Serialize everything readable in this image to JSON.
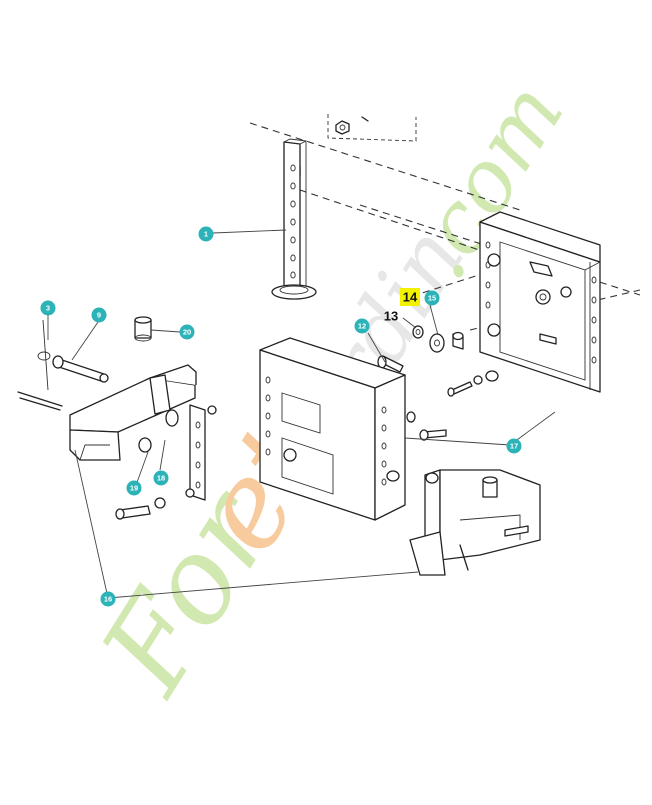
{
  "colors": {
    "badge": "#2bb3b8",
    "highlight": "#f2f200",
    "watermark_green": "#c9e6a3",
    "watermark_orange": "#f6c28c",
    "watermark_grey": "#e3e3e3",
    "line": "#222222"
  },
  "watermark": {
    "text": "foretjardin.com"
  },
  "callouts": [
    {
      "id": "1",
      "label": "1",
      "style": "badge"
    },
    {
      "id": "3",
      "label": "3",
      "style": "badge"
    },
    {
      "id": "9",
      "label": "9",
      "style": "badge"
    },
    {
      "id": "12",
      "label": "12",
      "style": "badge"
    },
    {
      "id": "13",
      "label": "13",
      "style": "plain"
    },
    {
      "id": "14",
      "label": "14",
      "style": "highlight"
    },
    {
      "id": "15",
      "label": "15",
      "style": "badge"
    },
    {
      "id": "16",
      "label": "16",
      "style": "badge"
    },
    {
      "id": "17",
      "label": "17",
      "style": "badge"
    },
    {
      "id": "18",
      "label": "18",
      "style": "badge"
    },
    {
      "id": "19",
      "label": "19",
      "style": "badge"
    },
    {
      "id": "20",
      "label": "20",
      "style": "badge"
    }
  ]
}
